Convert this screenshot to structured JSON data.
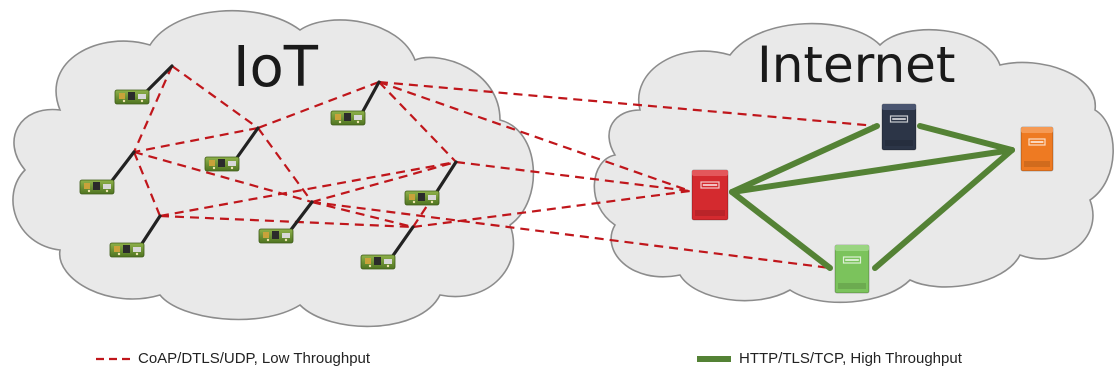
{
  "clouds": {
    "iot_label": "IoT",
    "internet_label": "Internet"
  },
  "legend": {
    "lowthroughput": "CoAP/DTLS/UDP, Low Throughput",
    "highthroughput": "HTTP/TLS/TCP, High Throughput"
  },
  "colors": {
    "cloud_fill": "#e9e9e9",
    "cloud_stroke": "#8c8c8c",
    "dashed_link": "#c0161b",
    "solid_link": "#548235",
    "server_red": "#d42a2f",
    "server_navy": "#2c3547",
    "server_orange": "#ee7a22",
    "server_green": "#7bc35c",
    "sensor_board": "#5e8a2a",
    "antenna": "#222222"
  }
}
